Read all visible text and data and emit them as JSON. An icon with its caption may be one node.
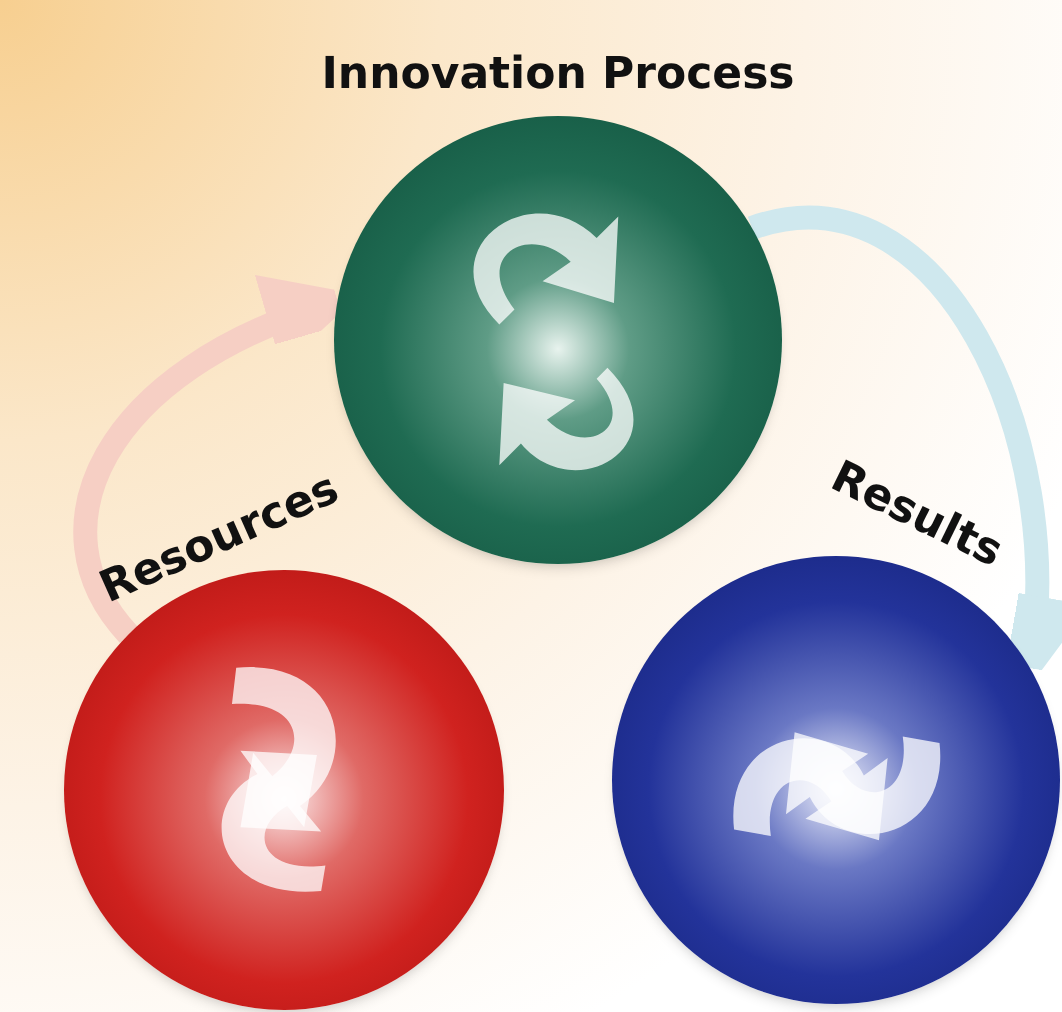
{
  "diagram": {
    "nodes": [
      {
        "text": [
          "Innovation Process"
        ]
      },
      {
        "text": [
          "Resources"
        ]
      },
      {
        "text": [
          "Results"
        ]
      }
    ],
    "edges": [
      {
        "from": 0,
        "to": 2,
        "arrow": "to",
        "color": "#cfe8ee"
      },
      {
        "from": 1,
        "to": 0,
        "arrow": "to",
        "color": "#f6cfc4"
      }
    ]
  }
}
